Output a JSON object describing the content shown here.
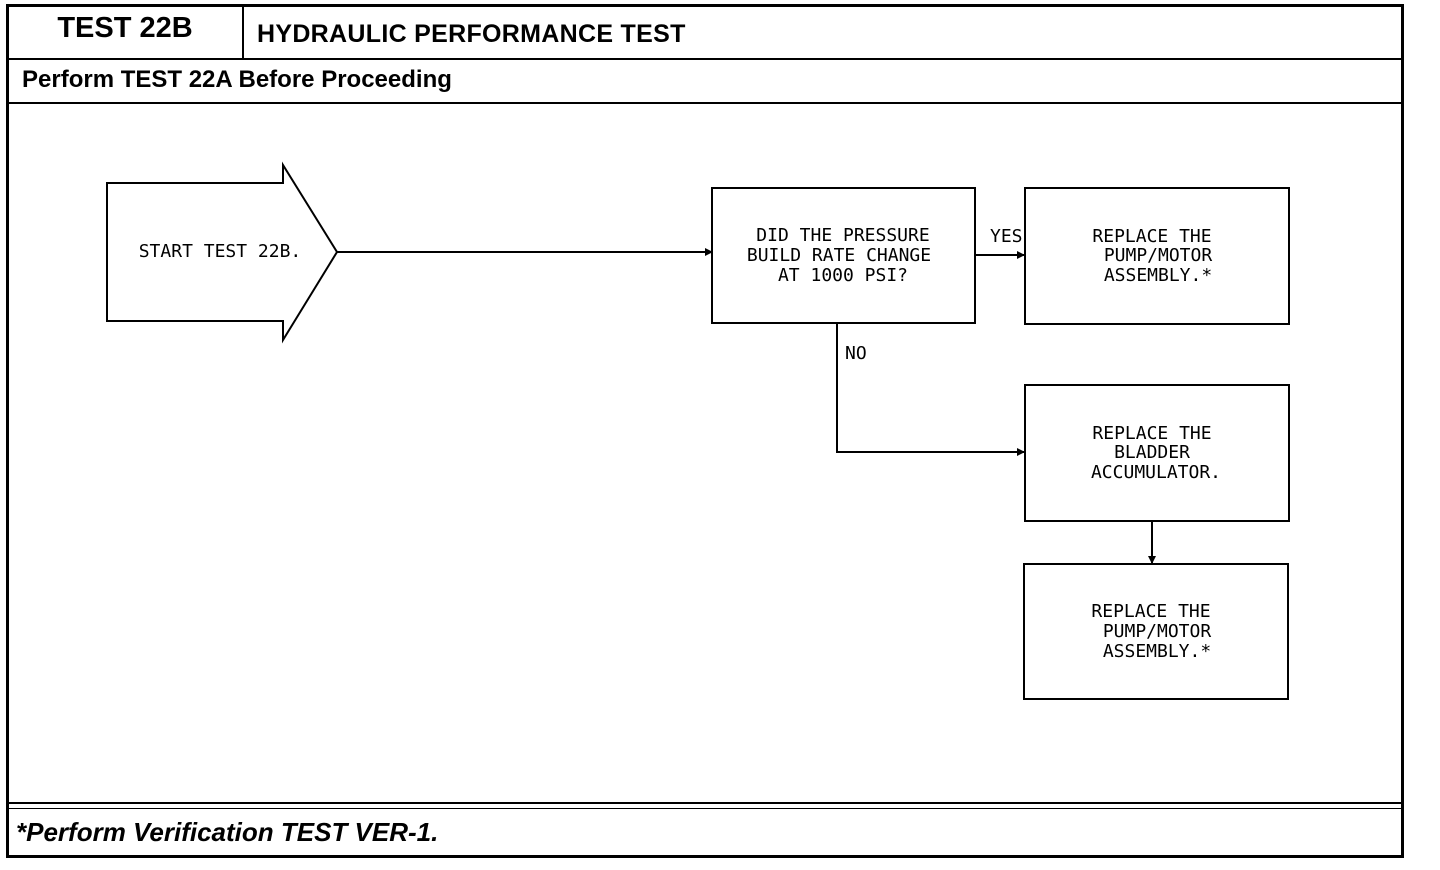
{
  "header": {
    "test_id": "TEST 22B",
    "title": "HYDRAULIC PERFORMANCE TEST",
    "subtitle": "Perform TEST 22A Before Proceeding"
  },
  "flowchart": {
    "start": {
      "text": "START TEST 22B."
    },
    "decision": {
      "lines": [
        "DID THE PRESSURE",
        "BUILD RATE CHANGE",
        "AT 1000 PSI?"
      ]
    },
    "yes_label": "YES",
    "no_label": "NO",
    "action_yes": {
      "lines": [
        "REPLACE THE",
        "PUMP/MOTOR",
        "ASSEMBLY.*"
      ]
    },
    "action_no_1": {
      "lines": [
        "REPLACE THE",
        "BLADDER",
        "ACCUMULATOR."
      ]
    },
    "action_no_2": {
      "lines": [
        "REPLACE THE",
        "PUMP/MOTOR",
        "ASSEMBLY.*"
      ]
    }
  },
  "footer": {
    "note": "*Perform Verification TEST VER-1."
  }
}
